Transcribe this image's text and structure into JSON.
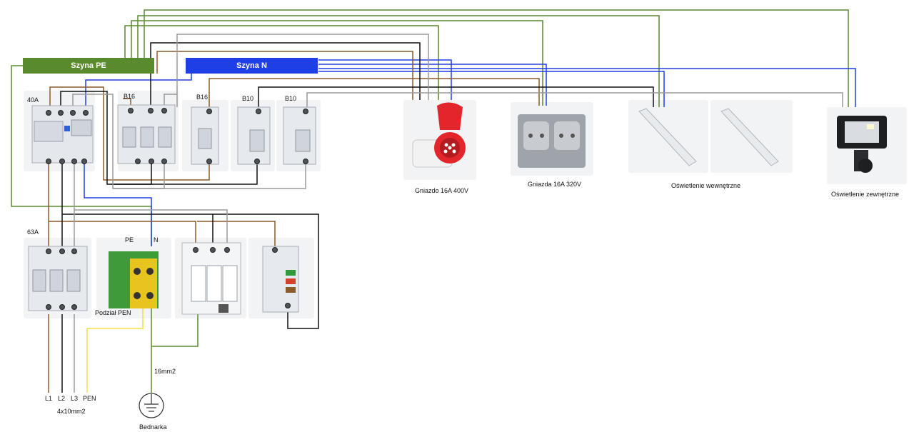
{
  "busbars": {
    "pe_label": "Szyna PE",
    "n_label": "Szyna N",
    "pe_color": "#5a8a2e",
    "n_color": "#1f3fe6"
  },
  "devices": {
    "rcd_40a": "40A",
    "mcb_b16_3p": "B16",
    "mcb_b16_1p": "B16",
    "mcb_b10_a": "B10",
    "mcb_b10_b": "B10",
    "main_63a": "63A",
    "pen_split": "Podział PEN",
    "pe_terminal": "PE",
    "n_terminal": "N"
  },
  "loads": {
    "socket_400v": "Gniazdo 16A 400V",
    "socket_230v": "Gniazda 16A 320V",
    "indoor_light": "Oświetlenie wewnętrzne",
    "outdoor_light": "Oświetlenie zewnętrzne"
  },
  "supply": {
    "l1": "L1",
    "l2": "L2",
    "l3": "L3",
    "pen": "PEN",
    "cable": "4x10mm2",
    "ground_cable": "16mm2",
    "ground": "Bednarka"
  },
  "wire_colors": {
    "pe": "#5a8a2e",
    "n": "#1f3fe6",
    "l1": "#8b5a2b",
    "l2": "#111111",
    "l3": "#9a9a9a",
    "pen": "#f0e040"
  }
}
